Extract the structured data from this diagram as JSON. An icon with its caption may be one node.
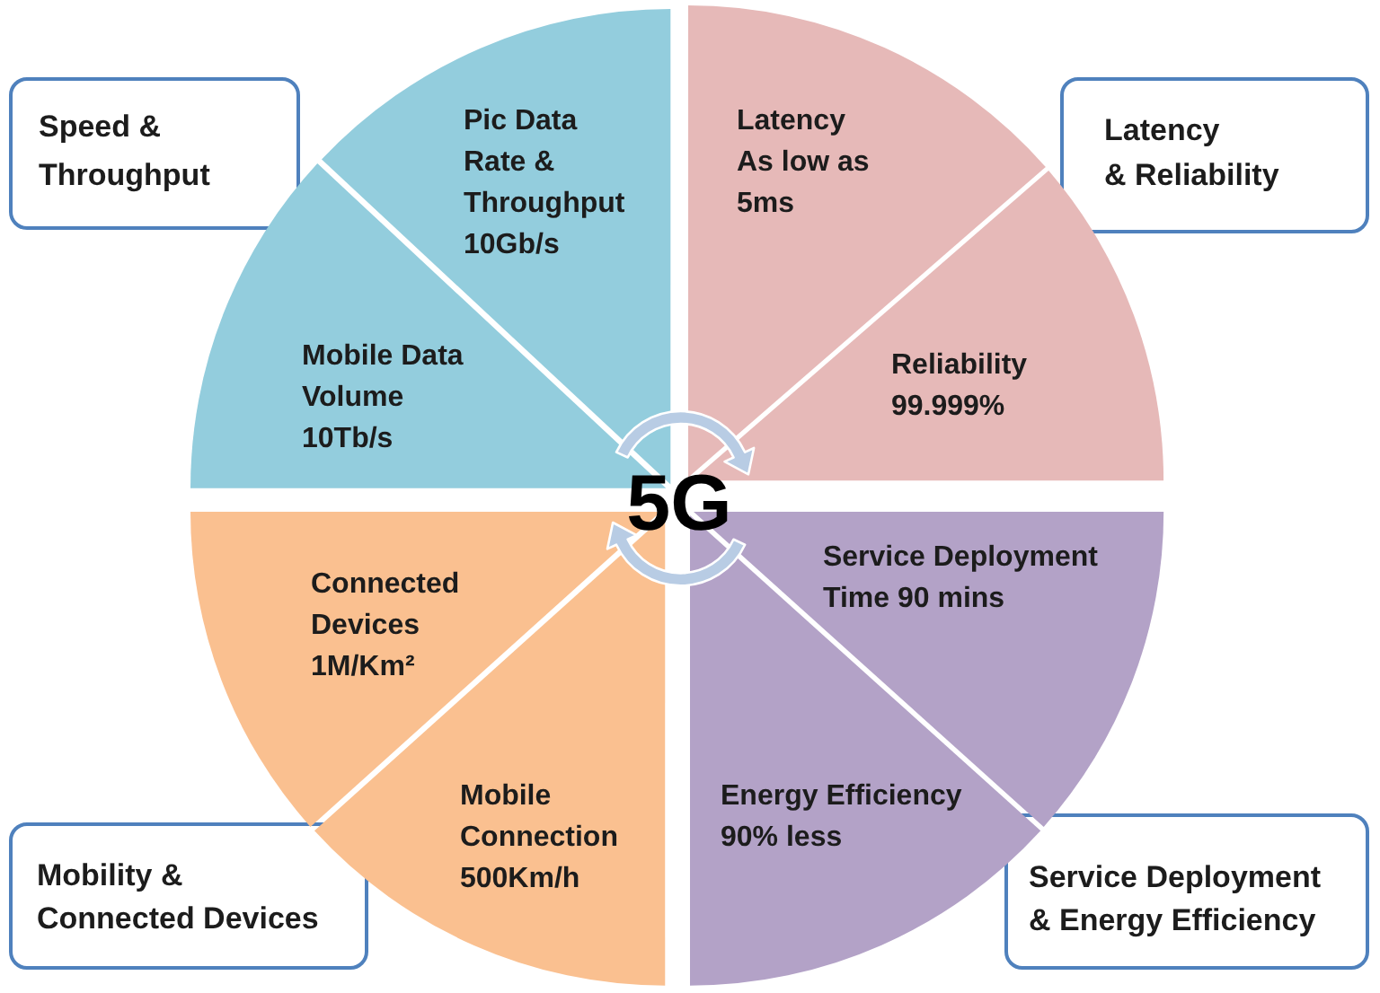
{
  "diagram": {
    "nodes": [
      {
        "text": [
          "Speed & Throughput"
        ]
      },
      {
        "text": [
          "Pic Data Rate & Throughput 10Gb/s"
        ]
      },
      {
        "text": [
          "Latency As low as 5ms"
        ]
      },
      {
        "text": [
          "Latency & Reliability"
        ]
      },
      {
        "text": [
          "Mobile Data Volume 10Tb/s"
        ]
      },
      {
        "text": [
          "Reliability 99.999%"
        ]
      },
      {
        "text": [
          "Service Deployment Time 90 mins"
        ]
      },
      {
        "text": [
          "Connected Devices 1M/Km²"
        ]
      },
      {
        "text": [
          "Mobile Connection 500Km/h"
        ]
      },
      {
        "text": [
          "Energy Efficiency 90% less"
        ]
      },
      {
        "text": [
          "Mobility & Connected Devices"
        ]
      },
      {
        "text": [
          "Service Deployment & Energy Efficiency"
        ]
      }
    ],
    "labels": [
      "5G"
    ]
  }
}
